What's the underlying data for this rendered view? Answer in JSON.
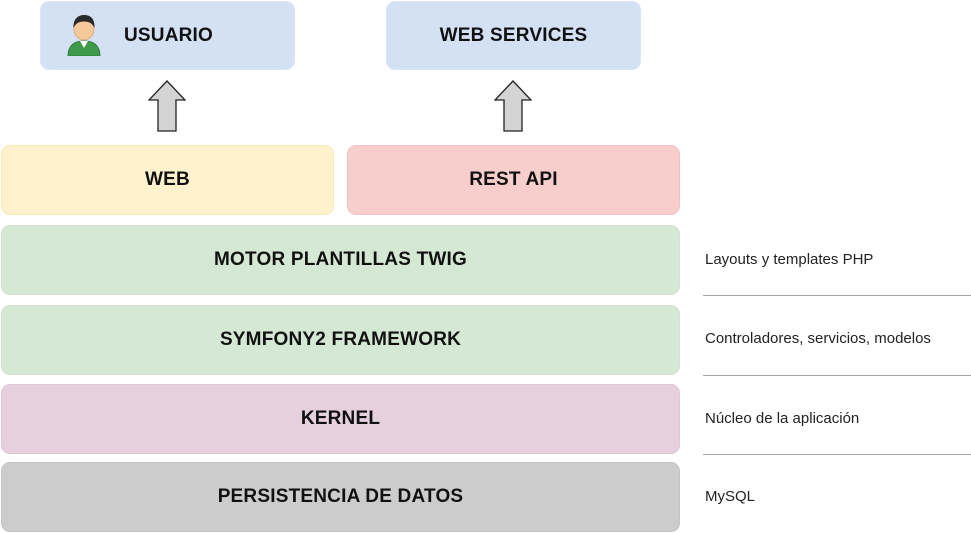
{
  "top": {
    "usuario": "USUARIO",
    "web_services": "WEB SERVICES"
  },
  "channels": {
    "web": "WEB",
    "rest_api": "REST API"
  },
  "layers": [
    {
      "label": "MOTOR PLANTILLAS TWIG",
      "note": "Layouts y templates PHP",
      "color": "#d5e8d4"
    },
    {
      "label": "SYMFONY2 FRAMEWORK",
      "note": "Controladores, servicios, modelos",
      "color": "#d5e8d4"
    },
    {
      "label": "KERNEL",
      "note": "Núcleo de la aplicación",
      "color": "#e6d0de"
    },
    {
      "label": "PERSISTENCIA DE DATOS",
      "note": "MySQL",
      "color": "#cccccc"
    }
  ],
  "icons": {
    "user": "user-icon",
    "arrow": "arrow-up-icon"
  }
}
